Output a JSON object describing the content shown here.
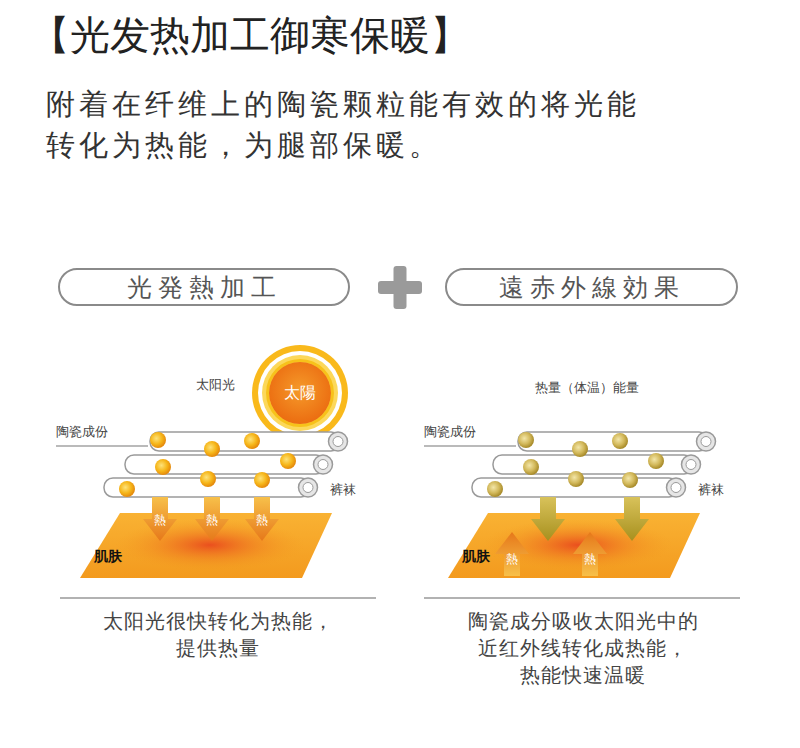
{
  "diagram": {
    "title": "【光发热加工御寒保暖】",
    "nodes": [
      {
        "text": [
          "光発熱加工"
        ]
      },
      {
        "text": [
          "遠赤外線効果"
        ]
      },
      {
        "text": [
          "太陽"
        ]
      }
    ],
    "labels": [
      "附着在纤维上的陶瓷颗粒能有效的将光能 转化为热能，为腿部保暖。",
      "太阳光",
      "陶瓷成份",
      "裤袜",
      "熱",
      "熱",
      "熱",
      "肌肤",
      "太阳光很快转化为热能， 提供热量",
      "热量（体温）能量",
      "陶瓷成份",
      "裤袜",
      "熱",
      "熱",
      "肌肤",
      "陶瓷成分吸收太阳光中的 近红外线转化成热能， 热能快速温暖"
    ]
  }
}
